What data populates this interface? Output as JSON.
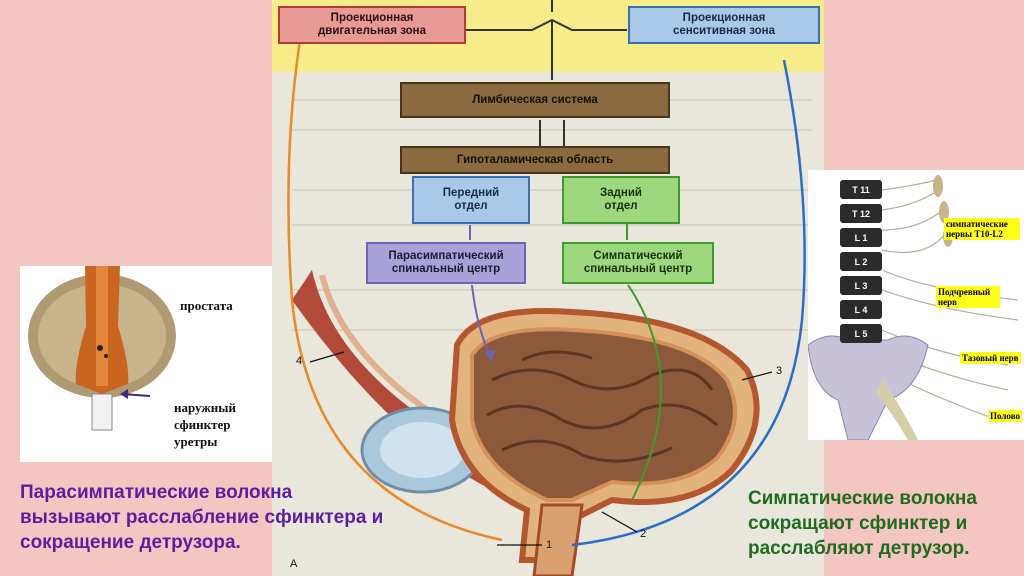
{
  "left_panel": {
    "label_prostate": "простата",
    "label_sphincter": [
      "наружный",
      "сфинктер",
      "уретры"
    ]
  },
  "center": {
    "box_motor": [
      "Проекционная",
      "двигательная зона"
    ],
    "box_sensory": [
      "Проекционная",
      "сенситивная зона"
    ],
    "box_limbic": "Лимбическая система",
    "box_hypothalamic": "Гипоталамическая область",
    "box_anterior": [
      "Передний",
      "отдел"
    ],
    "box_posterior": [
      "Задний",
      "отдел"
    ],
    "box_parasympathetic": [
      "Парасимпатический",
      "спинальный центр"
    ],
    "box_sympathetic": [
      "Симпатический",
      "спинальный центр"
    ],
    "numbers": [
      "4",
      "3",
      "2",
      "1"
    ],
    "figure_letter": "А"
  },
  "right_panel": {
    "vertebrae": [
      "T 11",
      "T 12",
      "L 1",
      "L 2",
      "L 3",
      "L 4",
      "L 5"
    ],
    "label_sympathetic": "симпатические нервы Т10-L2",
    "label_hypogastric": "Подчревный нерв",
    "label_pelvic": "Тазовый нерв",
    "label_genital": "Полово"
  },
  "captions": {
    "parasympathetic": [
      "Парасимпатические волокна",
      "вызывают расслабление сфинктера и",
      "сокращение детрузора."
    ],
    "sympathetic": [
      "Симпатические волокна",
      "сокращают сфинктер и",
      "расслабляют детрузор."
    ]
  },
  "colors": {
    "background": "#f4c6c2",
    "caption_purple": "#5a1f9e",
    "caption_green": "#1f6b1f"
  }
}
